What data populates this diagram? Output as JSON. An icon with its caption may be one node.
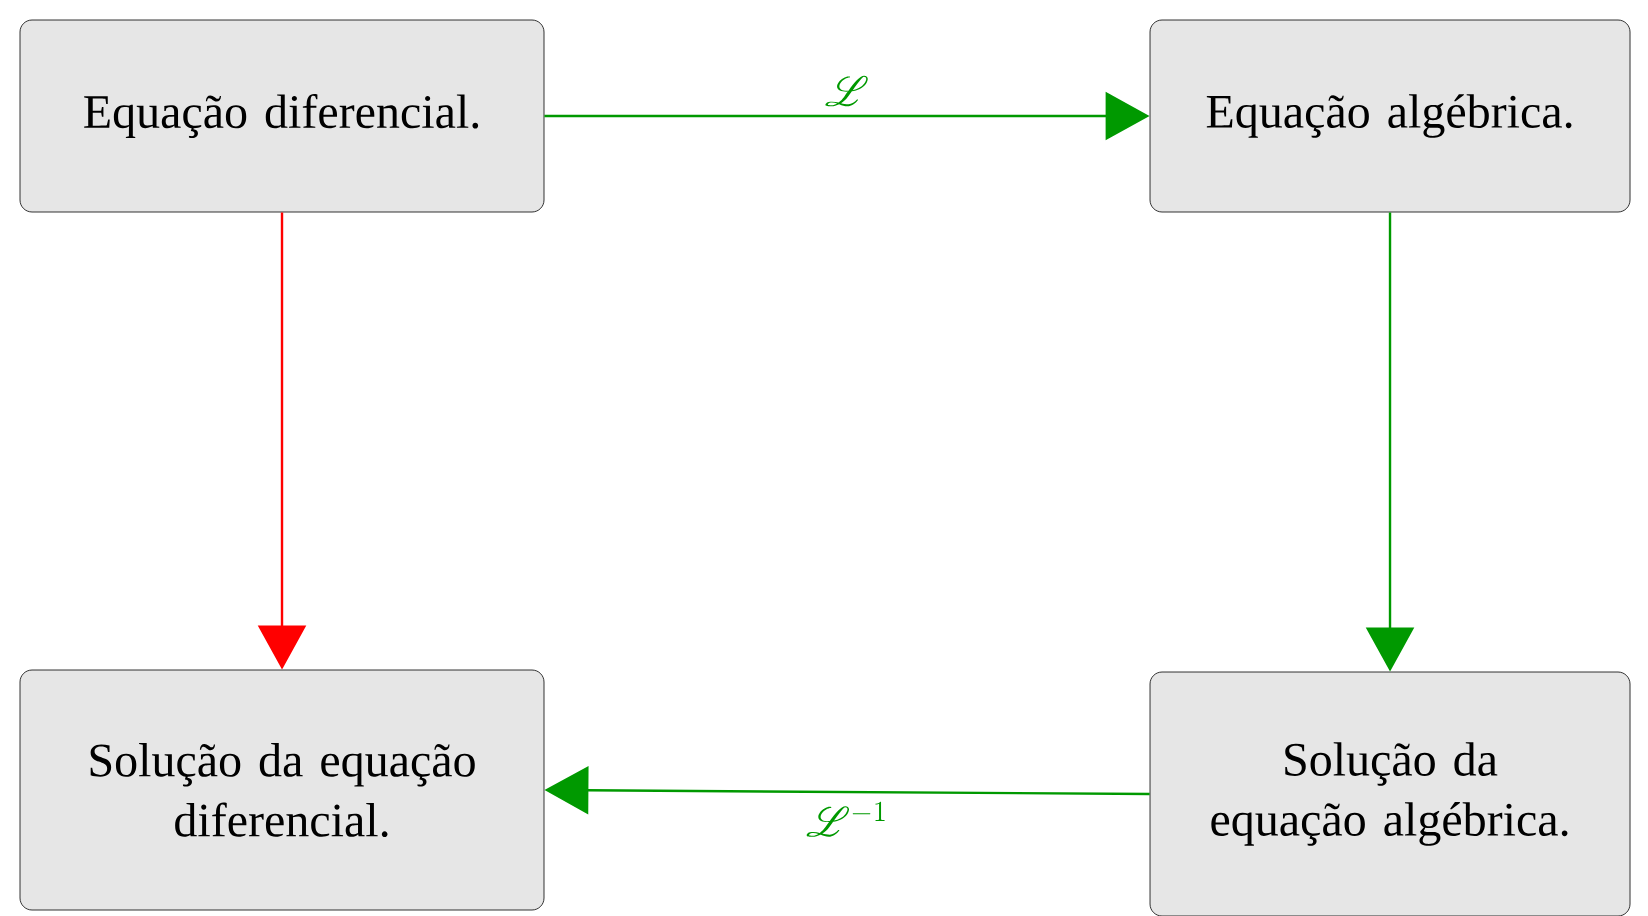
{
  "diagram": {
    "nodes": [
      {
        "text": [
          "Equação diferencial."
        ]
      },
      {
        "text": [
          "Equação algébrica."
        ]
      },
      {
        "text": [
          "Solução da equação diferencial."
        ]
      },
      {
        "text": [
          "Solução da equação algébrica."
        ]
      }
    ],
    "edges": [
      {
        "from": 0,
        "to": 1,
        "arrow": "to",
        "label": "\\mathscr{L}"
      },
      {
        "from": 1,
        "to": 3,
        "arrow": "to"
      },
      {
        "from": 3,
        "to": 2,
        "arrow": "to",
        "label": "\\mathscr{L}^{-1}"
      },
      {
        "from": 0,
        "to": 2,
        "arrow": "to",
        "color": "#ff0000"
      }
    ]
  }
}
